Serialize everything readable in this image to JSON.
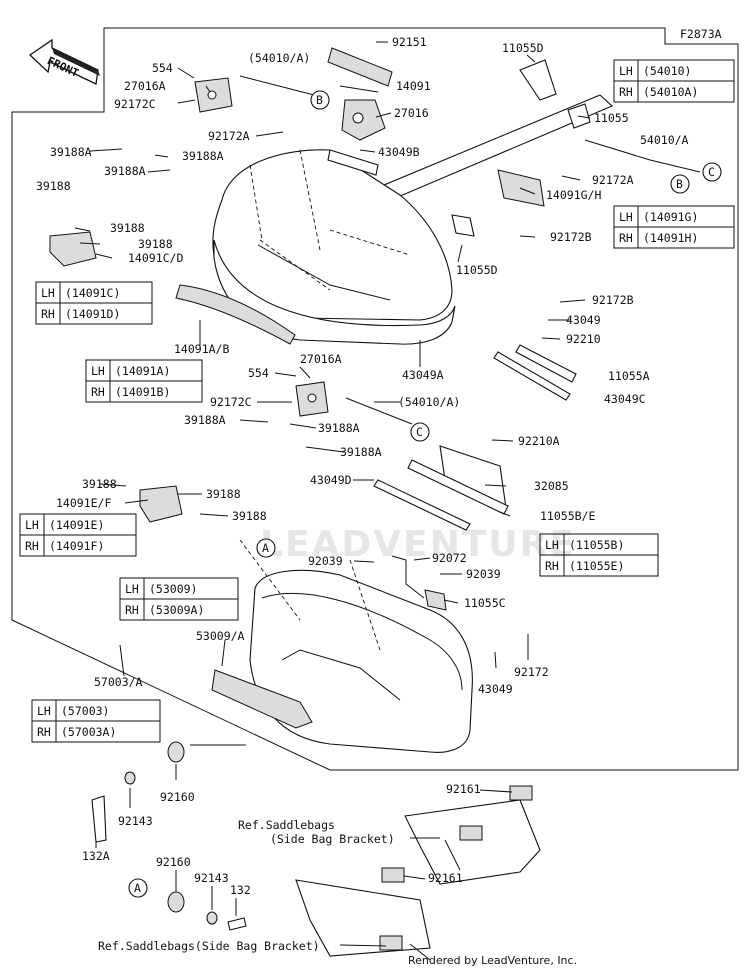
{
  "figure_code": "F2873A",
  "front_label": "FRONT",
  "watermark": "LEADVENTURE",
  "footer": "Rendered by LeadVenture, Inc.",
  "callouts": [
    "A",
    "B",
    "C"
  ],
  "labels": {
    "l92151": "92151",
    "l11055D": "11055D",
    "l554a": "554",
    "l54010A_top": "(54010/A)",
    "l27016A_top": "27016A",
    "l14091": "14091",
    "l92172C_top": "92172C",
    "l27016": "27016",
    "l11055": "11055",
    "l54010A": "54010/A",
    "l92172A_top": "92172A",
    "l43049B": "43049B",
    "l39188A_1": "39188A",
    "l39188A_2": "39188A",
    "l92172A_r": "92172A",
    "l39188A_3": "39188A",
    "l14091GH": "14091G/H",
    "l39188_a": "39188",
    "l39188_b": "39188",
    "l39188_c": "39188",
    "l14091CD": "14091C/D",
    "l92172B_r": "92172B",
    "l11055D_b": "11055D",
    "l92172B_b": "92172B",
    "l43049": "43049",
    "l92210": "92210",
    "l14091AB": "14091A/B",
    "l27016A_mid": "27016A",
    "l43049A": "43049A",
    "l11055A": "11055A",
    "l554b": "554",
    "l43049C": "43049C",
    "l92172C_mid": "92172C",
    "l54010A_mid": "(54010/A)",
    "l39188A_4": "39188A",
    "l39188A_5": "39188A",
    "l39188A_6": "39188A",
    "l92210A": "92210A",
    "l43049D": "43049D",
    "l32085": "32085",
    "l39188_d": "39188",
    "l39188_e": "39188",
    "l14091EF": "14091E/F",
    "l39188_f": "39188",
    "l11055BE": "11055B/E",
    "l92039a": "92039",
    "l92072": "92072",
    "l92039b": "92039",
    "l11055C": "11055C",
    "l53009A": "53009/A",
    "l92172": "92172",
    "l43049_b": "43049",
    "l57003A": "57003/A",
    "l92161a": "92161",
    "l92160a": "92160",
    "l92143a": "92143",
    "l132A": "132A",
    "l92160b": "92160",
    "l92143b": "92143",
    "l132": "132",
    "l92161b": "92161",
    "ref1": "Ref.Saddlebags",
    "ref1b": "(Side Bag Bracket)",
    "ref2": "Ref.Saddlebags(Side Bag Bracket)"
  },
  "lr_tables": [
    {
      "lh": "(54010)",
      "rh": "(54010A)"
    },
    {
      "lh": "(14091G)",
      "rh": "(14091H)"
    },
    {
      "lh": "(14091C)",
      "rh": "(14091D)"
    },
    {
      "lh": "(14091A)",
      "rh": "(14091B)"
    },
    {
      "lh": "(14091E)",
      "rh": "(14091F)"
    },
    {
      "lh": "(11055B)",
      "rh": "(11055E)"
    },
    {
      "lh": "(53009)",
      "rh": "(53009A)"
    },
    {
      "lh": "(57003)",
      "rh": "(57003A)"
    }
  ],
  "lr_keys": {
    "lh": "LH",
    "rh": "RH"
  }
}
